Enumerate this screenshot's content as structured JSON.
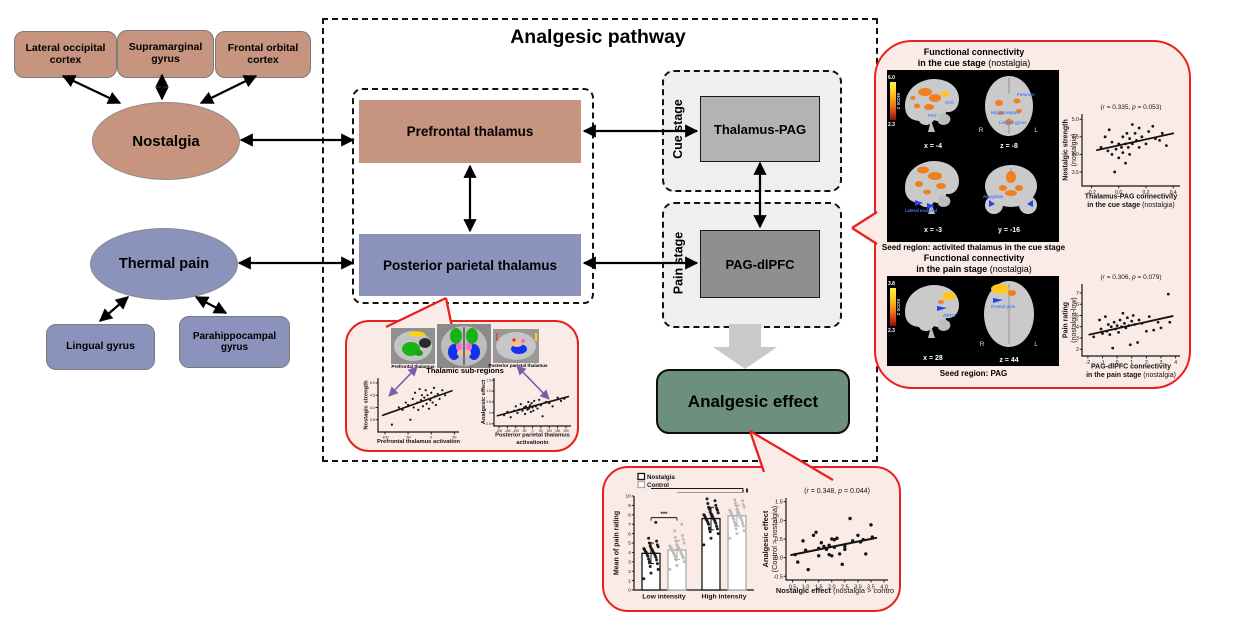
{
  "palette": {
    "brown": "#C6947F",
    "blue": "#8B93BD",
    "green": "#6D8F7E",
    "red": "#E9201D",
    "pink": "#FBEBE7",
    "gray_light": "#B3B3B3",
    "gray_dark": "#8F8F8F",
    "stage_bg": "#EFEFEF",
    "arrow_gray": "#C9C9C9",
    "purple": "#7B5EA7",
    "orange": "#F28C28"
  },
  "left_diagram": {
    "top_boxes": [
      {
        "label": "Lateral occipital cortex"
      },
      {
        "label": "Supramarginal gyrus"
      },
      {
        "label": "Frontal orbital cortex"
      }
    ],
    "nostalgia_label": "Nostalgia",
    "thermal_label": "Thermal pain",
    "bottom_boxes": [
      {
        "label": "Lingual gyrus"
      },
      {
        "label": "Parahippocampal gyrus"
      }
    ]
  },
  "pathway": {
    "title": "Analgesic pathway",
    "prefrontal_label": "Prefrontal thalamus",
    "posterior_label": "Posterior parietal thalamus",
    "cue_stage_label": "Cue stage",
    "thalamus_pag_label": "Thalamus-PAG",
    "pain_stage_label": "Pain stage",
    "pag_dlpfc_label": "PAG-dlPFC",
    "analgesic_effect_label": "Analgesic effect"
  },
  "thalamus_callout": {
    "left_brain_label": "Prefrontal thalamus",
    "center_brain_label": "Thalamic sub-regions",
    "right_brain_label": "Posterior parietal thalamus"
  },
  "right_panel": {
    "cue_title_line1": "Functional connectivity",
    "cue_title_line2": "in the cue stage",
    "cue_title_paren": "(nostalgia)",
    "cue_colorbar_top": "6.0",
    "cue_colorbar_bottom": "2.3",
    "cue_colorbar_label": "z score",
    "cue_coords": {
      "sag1": "x = -4",
      "axial": "z = -8",
      "sag2": "x = -3",
      "coronal": "y = -16"
    },
    "cue_labels": {
      "acc": "ACC",
      "pag": "PAG",
      "putamen": "Putamen",
      "hippocampus": "Hippocampus",
      "lingual": "Lingual gyrus",
      "lateral_occipital": "Lateral occipital",
      "amygdala": "Amygdala"
    },
    "left_marker": "R",
    "right_marker": "L",
    "cue_seed": "Seed region: activited thalamus in the cue stage",
    "pain_title_line1": "Functional connectivity",
    "pain_title_line2": "in the pain stage",
    "pain_title_paren": "(nostalgia)",
    "pain_colorbar_top": "3.8",
    "pain_colorbar_bottom": "2.3",
    "pain_colorbar_label": "z score",
    "pain_coords": {
      "sag": "x = 28",
      "axial": "z = 44"
    },
    "pain_labels": {
      "dlpfc": "dlPFC",
      "frontal_pole": "Frontal pole"
    },
    "pain_seed": "Seed region: PAG"
  },
  "chart_data": [
    {
      "mount": "plotA",
      "type": "scatter",
      "title": "",
      "xlabel_lines": [
        [
          {
            "t": "Prefrontal thalamus activation",
            "b": 1
          }
        ]
      ],
      "ylabel_lines": [
        [
          {
            "t": "Nostagic strength",
            "b": 1
          }
        ]
      ],
      "xlim": [
        -115,
        60
      ],
      "ylim": [
        3.0,
        5.2
      ],
      "xticks": [
        -100,
        -50,
        0,
        50
      ],
      "yticks": [
        3.5,
        4.0,
        4.5,
        5.0
      ],
      "ytick_labels": [
        "3.5",
        "4.0",
        "4.5",
        "5.0"
      ],
      "points": [
        [
          -85,
          3.3
        ],
        [
          -70,
          4.0
        ],
        [
          -62,
          3.9
        ],
        [
          -55,
          4.2
        ],
        [
          -50,
          4.1
        ],
        [
          -45,
          3.5
        ],
        [
          -40,
          4.35
        ],
        [
          -38,
          4.0
        ],
        [
          -35,
          4.6
        ],
        [
          -30,
          4.2
        ],
        [
          -28,
          3.9
        ],
        [
          -25,
          4.75
        ],
        [
          -22,
          4.3
        ],
        [
          -20,
          4.5
        ],
        [
          -18,
          4.05
        ],
        [
          -15,
          4.4
        ],
        [
          -12,
          4.7
        ],
        [
          -10,
          4.15
        ],
        [
          -8,
          4.5
        ],
        [
          -5,
          3.95
        ],
        [
          -2,
          4.3
        ],
        [
          0,
          4.6
        ],
        [
          3,
          4.2
        ],
        [
          6,
          4.8
        ],
        [
          8,
          4.45
        ],
        [
          10,
          4.1
        ],
        [
          14,
          4.55
        ],
        [
          18,
          4.35
        ],
        [
          24,
          4.7
        ],
        [
          30,
          4.5
        ]
      ],
      "trend": [
        [
          -105,
          3.68
        ],
        [
          45,
          4.68
        ]
      ]
    },
    {
      "mount": "plotB",
      "type": "scatter",
      "title": "",
      "xlabel_lines": [
        [
          {
            "t": "Posterior parietal thalamus",
            "b": 1
          }
        ],
        [
          {
            "t": "activationin",
            "b": 1
          }
        ]
      ],
      "ylabel_lines": [
        [
          {
            "t": "Analgesic effect",
            "b": 1
          }
        ]
      ],
      "xlim": [
        -230,
        230
      ],
      "ylim": [
        -0.6,
        1.6
      ],
      "xticks": [
        -200,
        -150,
        -100,
        -50,
        0,
        50,
        100,
        150,
        200
      ],
      "xtick_labels": [
        "-200",
        "-150",
        "-100",
        "-50",
        "0",
        "50",
        "100",
        "150",
        "200"
      ],
      "yticks": [
        -0.5,
        0,
        0.5,
        1.0,
        1.5
      ],
      "ytick_labels": [
        "-0.5",
        "0",
        "0.5",
        "1.0",
        "1.5"
      ],
      "points": [
        [
          -170,
          -0.1
        ],
        [
          -150,
          0.05
        ],
        [
          -130,
          -0.2
        ],
        [
          -110,
          0.1
        ],
        [
          -100,
          0.3
        ],
        [
          -90,
          0.0
        ],
        [
          -80,
          0.15
        ],
        [
          -70,
          0.4
        ],
        [
          -60,
          0.1
        ],
        [
          -50,
          0.25
        ],
        [
          -45,
          -0.05
        ],
        [
          -40,
          0.3
        ],
        [
          -30,
          0.15
        ],
        [
          -25,
          0.5
        ],
        [
          -20,
          0.2
        ],
        [
          -15,
          0.35
        ],
        [
          -10,
          0.05
        ],
        [
          -5,
          0.45
        ],
        [
          0,
          0.25
        ],
        [
          5,
          0.1
        ],
        [
          10,
          0.55
        ],
        [
          20,
          0.3
        ],
        [
          30,
          0.2
        ],
        [
          40,
          0.6
        ],
        [
          50,
          0.35
        ],
        [
          60,
          -0.15
        ],
        [
          80,
          0.5
        ],
        [
          100,
          0.45
        ],
        [
          120,
          0.3
        ],
        [
          150,
          0.7
        ],
        [
          170,
          0.55
        ],
        [
          190,
          0.65
        ]
      ],
      "trend": [
        [
          -210,
          -0.13
        ],
        [
          215,
          0.75
        ]
      ]
    },
    {
      "mount": "plotC",
      "type": "scatter",
      "title": "(r = 0.335, p = 0.053)",
      "xlabel_lines": [
        [
          {
            "t": "Thalamus-PAG connectivity",
            "b": 1
          }
        ],
        [
          {
            "t": "in the cue stage ",
            "b": 1
          },
          {
            "t": "(nostalgia)",
            "b": 0
          }
        ]
      ],
      "ylabel_lines": [
        [
          {
            "t": "Nostalgic strength",
            "b": 1
          }
        ],
        [
          {
            "t": "(nostalgia)",
            "b": 0
          }
        ]
      ],
      "xlim": [
        -0.27,
        0.45
      ],
      "ylim": [
        3.1,
        5.15
      ],
      "xticks": [
        -0.2,
        0.0,
        0.2,
        0.4
      ],
      "xtick_labels": [
        "-0.2",
        "0.0",
        "0.2",
        "0.4"
      ],
      "yticks": [
        3.5,
        4.0,
        4.5,
        5.0
      ],
      "ytick_labels": [
        "3.5",
        "4.0",
        "4.5",
        "5.0"
      ],
      "points": [
        [
          -0.13,
          4.2
        ],
        [
          -0.1,
          4.5
        ],
        [
          -0.08,
          4.1
        ],
        [
          -0.07,
          4.7
        ],
        [
          -0.05,
          4.0
        ],
        [
          -0.05,
          4.35
        ],
        [
          -0.03,
          3.5
        ],
        [
          -0.02,
          4.15
        ],
        [
          0,
          4.3
        ],
        [
          0,
          3.9
        ],
        [
          0.02,
          4.2
        ],
        [
          0.03,
          4.5
        ],
        [
          0.03,
          4.05
        ],
        [
          0.05,
          4.3
        ],
        [
          0.05,
          3.75
        ],
        [
          0.06,
          4.6
        ],
        [
          0.07,
          4.2
        ],
        [
          0.08,
          4.0
        ],
        [
          0.08,
          4.45
        ],
        [
          0.1,
          4.85
        ],
        [
          0.1,
          4.3
        ],
        [
          0.12,
          4.6
        ],
        [
          0.13,
          4.4
        ],
        [
          0.15,
          4.75
        ],
        [
          0.15,
          4.2
        ],
        [
          0.17,
          4.5
        ],
        [
          0.2,
          4.3
        ],
        [
          0.22,
          4.65
        ],
        [
          0.25,
          4.8
        ],
        [
          0.27,
          4.45
        ],
        [
          0.3,
          4.4
        ],
        [
          0.32,
          4.6
        ],
        [
          0.35,
          4.25
        ]
      ],
      "trend": [
        [
          -0.16,
          4.12
        ],
        [
          0.4,
          4.6
        ]
      ]
    },
    {
      "mount": "plotD",
      "type": "scatter",
      "title": "(r = 0.306, p = 0.079)",
      "xlabel_lines": [
        [
          {
            "t": "PAG-dlPFC connectivity",
            "b": 1
          }
        ],
        [
          {
            "t": "in the pain stage ",
            "b": 1
          },
          {
            "t": "(nostalgia)",
            "b": 0
          }
        ]
      ],
      "ylabel_lines": [
        [
          {
            "t": "Pain rating",
            "b": 1
          }
        ],
        [
          {
            "t": "(nostalgia-low)",
            "b": 0
          }
        ]
      ],
      "xlim": [
        -2.4,
        4.3
      ],
      "ylim": [
        1.4,
        7.8
      ],
      "xticks": [
        -2,
        -1,
        0,
        1,
        2,
        3,
        4
      ],
      "yticks": [
        2,
        3,
        4,
        5,
        6,
        7
      ],
      "points": [
        [
          -1.6,
          3.1
        ],
        [
          -1.2,
          4.6
        ],
        [
          -1.1,
          3.8
        ],
        [
          -1.0,
          3.4
        ],
        [
          -0.8,
          4.9
        ],
        [
          -0.7,
          3.6
        ],
        [
          -0.6,
          4.2
        ],
        [
          -0.5,
          3.3
        ],
        [
          -0.4,
          4.0
        ],
        [
          -0.3,
          2.1
        ],
        [
          -0.2,
          4.4
        ],
        [
          -0.1,
          3.8
        ],
        [
          0,
          4.1
        ],
        [
          0.1,
          3.5
        ],
        [
          0.2,
          4.6
        ],
        [
          0.3,
          4.0
        ],
        [
          0.4,
          5.2
        ],
        [
          0.5,
          4.3
        ],
        [
          0.6,
          3.9
        ],
        [
          0.7,
          4.8
        ],
        [
          0.8,
          4.1
        ],
        [
          0.9,
          2.4
        ],
        [
          1.0,
          4.5
        ],
        [
          1.1,
          5.0
        ],
        [
          1.2,
          4.2
        ],
        [
          1.4,
          2.6
        ],
        [
          1.5,
          4.6
        ],
        [
          1.7,
          4.3
        ],
        [
          2.0,
          3.6
        ],
        [
          2.2,
          4.9
        ],
        [
          2.5,
          3.7
        ],
        [
          2.8,
          4.4
        ],
        [
          3.0,
          3.9
        ],
        [
          3.5,
          6.9
        ],
        [
          3.6,
          4.4
        ]
      ],
      "trend": [
        [
          -1.9,
          3.3
        ],
        [
          3.8,
          4.95
        ]
      ]
    },
    {
      "mount": "plotE",
      "type": "scatter",
      "title": "(r = 0.348, p = 0.044)",
      "xlabel_lines": [
        [
          {
            "t": "Nostalgic effect ",
            "b": 1
          },
          {
            "t": "(nostalgia > control)",
            "b": 0
          }
        ]
      ],
      "ylabel_lines": [
        [
          {
            "t": "Analgesic effect",
            "b": 1
          }
        ],
        [
          {
            "t": "(Control > nostalgia)",
            "b": 0
          }
        ]
      ],
      "xlim": [
        0.25,
        4.15
      ],
      "ylim": [
        -0.6,
        1.6
      ],
      "xticks": [
        0.5,
        1.0,
        1.5,
        2.0,
        2.5,
        3.0,
        3.5,
        4.0
      ],
      "xtick_labels": [
        "0.5",
        "1.0",
        "1.5",
        "2.0",
        "2.5",
        "3.0",
        "3.5",
        "4.0"
      ],
      "yticks": [
        -0.5,
        0.0,
        0.5,
        1.0,
        1.5
      ],
      "ytick_labels": [
        "-0.5",
        "0.0",
        "0.5",
        "1.0",
        "1.5"
      ],
      "points": [
        [
          0.6,
          0.08
        ],
        [
          0.7,
          -0.12
        ],
        [
          0.9,
          0.45
        ],
        [
          1.0,
          0.2
        ],
        [
          1.1,
          -0.32
        ],
        [
          1.3,
          0.6
        ],
        [
          1.4,
          0.68
        ],
        [
          1.5,
          0.25
        ],
        [
          1.5,
          0.05
        ],
        [
          1.6,
          0.4
        ],
        [
          1.7,
          0.3
        ],
        [
          1.8,
          0.22
        ],
        [
          1.9,
          0.08
        ],
        [
          1.9,
          0.33
        ],
        [
          2.0,
          0.05
        ],
        [
          2.0,
          0.5
        ],
        [
          2.1,
          0.48
        ],
        [
          2.1,
          0.28
        ],
        [
          2.2,
          0.52
        ],
        [
          2.3,
          0.1
        ],
        [
          2.4,
          -0.18
        ],
        [
          2.5,
          0.3
        ],
        [
          2.5,
          0.22
        ],
        [
          2.7,
          1.05
        ],
        [
          2.8,
          0.45
        ],
        [
          3.0,
          0.6
        ],
        [
          3.1,
          0.42
        ],
        [
          3.2,
          0.48
        ],
        [
          3.3,
          0.1
        ],
        [
          3.5,
          0.88
        ],
        [
          3.55,
          0.55
        ]
      ],
      "trend": [
        [
          0.45,
          0.07
        ],
        [
          3.7,
          0.53
        ]
      ]
    },
    {
      "mount": "barChart",
      "type": "bar",
      "ylabel": "Mean of pain rating",
      "ylim": [
        0,
        10
      ],
      "yticks": [
        0,
        1,
        2,
        3,
        4,
        5,
        6,
        7,
        8,
        9,
        10
      ],
      "categories": [
        "Low intensity",
        "High intensity"
      ],
      "series": [
        {
          "name": "Nostalgia"
        },
        {
          "name": "Control"
        }
      ],
      "bars": [
        {
          "cat": 0,
          "ser": 0,
          "mean": 3.9,
          "err": 1.1,
          "dots": [
            1.2,
            1.8,
            2.2,
            2.5,
            2.8,
            3.0,
            3.2,
            3.3,
            3.5,
            3.6,
            3.7,
            3.8,
            3.9,
            4.0,
            4.0,
            4.1,
            4.2,
            4.3,
            4.3,
            4.4,
            4.5,
            4.6,
            4.7,
            4.8,
            5.0,
            5.2,
            5.5,
            7.2
          ]
        },
        {
          "cat": 0,
          "ser": 1,
          "mean": 4.25,
          "err": 1.0,
          "dots": [
            2.2,
            2.6,
            3.0,
            3.2,
            3.4,
            3.5,
            3.6,
            3.7,
            3.8,
            3.9,
            4.0,
            4.1,
            4.2,
            4.2,
            4.3,
            4.4,
            4.5,
            4.5,
            4.6,
            4.7,
            4.8,
            5.0,
            5.2,
            5.4,
            5.6,
            5.8,
            6.3,
            7.0
          ]
        },
        {
          "cat": 1,
          "ser": 0,
          "mean": 7.6,
          "err": 1.2,
          "dots": [
            4.8,
            5.5,
            6.0,
            6.2,
            6.5,
            6.6,
            6.8,
            7.0,
            7.1,
            7.2,
            7.3,
            7.4,
            7.5,
            7.5,
            7.6,
            7.7,
            7.8,
            7.9,
            8.0,
            8.0,
            8.1,
            8.2,
            8.3,
            8.5,
            8.6,
            8.7,
            8.8,
            9.0,
            9.2,
            9.5,
            9.7
          ]
        },
        {
          "cat": 1,
          "ser": 1,
          "mean": 7.9,
          "err": 1.1,
          "dots": [
            5.5,
            6.0,
            6.3,
            6.5,
            6.8,
            7.0,
            7.1,
            7.2,
            7.4,
            7.5,
            7.6,
            7.7,
            7.8,
            7.9,
            8.0,
            8.1,
            8.2,
            8.3,
            8.4,
            8.5,
            8.6,
            8.8,
            9.0,
            9.1,
            9.3,
            9.5,
            9.6
          ]
        }
      ],
      "sig_low": "***",
      "sig_top": "**"
    }
  ]
}
